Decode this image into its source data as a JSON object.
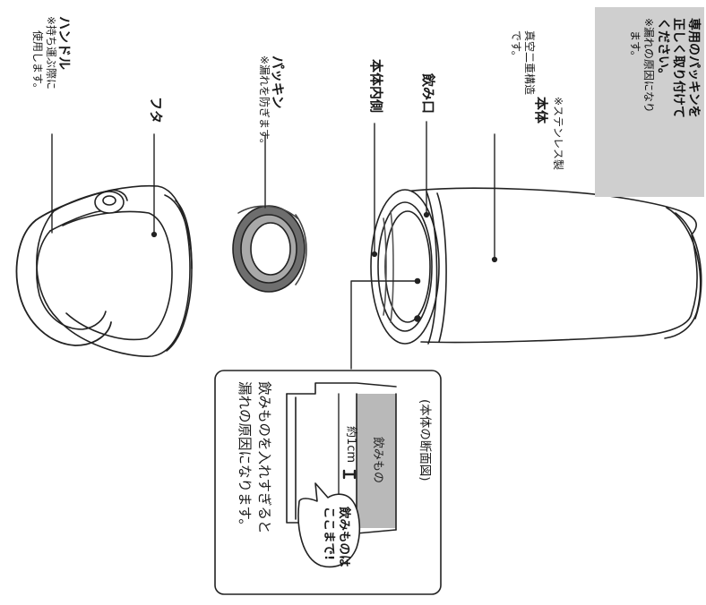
{
  "labels": {
    "handle": {
      "name": "ハンドル",
      "note_1": "※持ち運ぶ際に",
      "note_2": "使用します。"
    },
    "lid": {
      "name": "フタ"
    },
    "packing": {
      "name": "パッキン",
      "note": "※漏れを防ぎます。"
    },
    "inner": {
      "name": "本体内側"
    },
    "mouth": {
      "name": "飲み口"
    },
    "body": {
      "name": "本体",
      "note_1": "※ステンレス製",
      "note_2": "真空二重構造",
      "note_3": "です。"
    }
  },
  "notice": {
    "line_1": "専用のパッキンを",
    "line_2": "正しく取り付けて",
    "line_3": "ください。",
    "line_4": "※漏れの原因になり",
    "line_5": "ます。"
  },
  "callout": {
    "line_1": "飲みものを入れすぎると",
    "line_2": "漏れの原因になります。",
    "bubble_line_1": "飲みものは",
    "bubble_line_2": "ここまで!",
    "dimension": "約1cm",
    "liquid": "飲みもの",
    "caption": "(本体の断面図)"
  },
  "colors": {
    "notice_bg": "#cfcfcf",
    "liquid": "#b9b9b9",
    "packing_dark": "#6e6e6e",
    "packing_light": "#a9a9a9"
  }
}
